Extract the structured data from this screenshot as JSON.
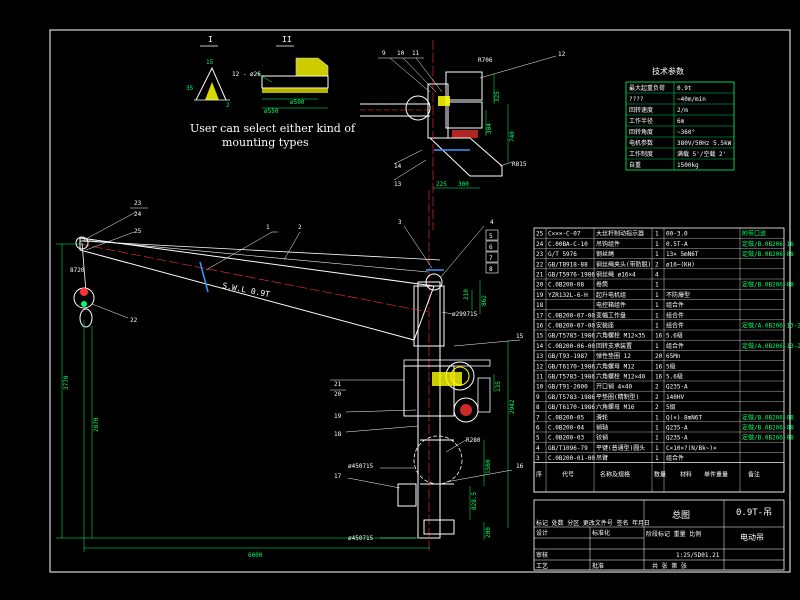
{
  "drawing": {
    "colors": {
      "background": "#000000",
      "frame": "#ffffff",
      "structure": "#ffffff",
      "dimension": "#00ff66",
      "centerline": "#ff3333",
      "accent": "#ffff00",
      "marker": "#3399ff"
    },
    "note": {
      "line1": "User can select either kind of",
      "line2": "mounting types"
    },
    "sections": {
      "left_mark": "I",
      "right_mark": "II",
      "dims": [
        "15",
        "2",
        "12 - ø26",
        "ø500",
        "ø550",
        "35"
      ]
    },
    "boom_label": "S.W.L  0.9T",
    "dimensions": {
      "overall_height": "3770",
      "mid_height": "2870",
      "outreach": "6000",
      "r706": "R706",
      "r815": "R815",
      "r280": "R280",
      "d325": "325",
      "d740": "740",
      "d304": "304",
      "d225": "225",
      "d300": "300",
      "d210": "210",
      "d862": "862",
      "d2942": "2942",
      "d1560": "1560",
      "d828": "828.5",
      "d200": "200",
      "d135": "135",
      "d8720": "8720",
      "f299": "ø299715",
      "f450a": "ø450715",
      "f450b": "ø450715"
    },
    "callouts": [
      "1",
      "2",
      "3",
      "4",
      "5",
      "6",
      "7",
      "8",
      "9",
      "10",
      "11",
      "12",
      "13",
      "14",
      "15",
      "16",
      "17",
      "18",
      "19",
      "20",
      "21",
      "22",
      "23",
      "24",
      "25"
    ],
    "tech_table": {
      "title": "技术参数",
      "rows": [
        [
          "最大起重负荷",
          "0.9t"
        ],
        [
          "????",
          "~40m/min"
        ],
        [
          "回转速度",
          "2/m"
        ],
        [
          "工作半径",
          "6m"
        ],
        [
          "回转角度",
          "~360°"
        ],
        [
          "电机参数",
          "380V/50Hz 5.5kW"
        ],
        [
          "工作制度",
          "满载 5'/空载 2'"
        ],
        [
          "自重",
          "1500kg"
        ]
      ]
    },
    "parts": [
      [
        "25",
        "C×××-C-07",
        "大丝杆制动指示器",
        "1",
        "00-3.0",
        "附带口送"
      ],
      [
        "24",
        "C.00BA-C-10",
        "吊钩组件",
        "1",
        "0.5T-A",
        "定做/B.0B206-16"
      ],
      [
        "23",
        "G/T 5976",
        "钢丝绳",
        "1",
        "13× 5mN6T",
        "定做/B.0B206-08"
      ],
      [
        "22",
        "GB/T8918-88",
        "钢丝绳夹头(带防脱)",
        "2",
        "ø16~(KH)",
        ""
      ],
      [
        "21",
        "GB/T5976-1986",
        "钢丝绳 ø16×4",
        "4",
        "",
        ""
      ],
      [
        "20",
        "C.0B200-08",
        "卷筒",
        "1",
        "",
        "定做/B.0B206-08"
      ],
      [
        "19",
        "YZR132L-6-H",
        "起升电机组",
        "1",
        "不防爆型",
        ""
      ],
      [
        "18",
        "",
        "电控箱组件",
        "1",
        "组合件",
        ""
      ],
      [
        "17",
        "C.0B200-07-00",
        "变幅工作盘",
        "1",
        "组合件",
        ""
      ],
      [
        "16",
        "C.0B200-07-00",
        "安装座",
        "1",
        "组合件",
        "定做/A.0B206-13-22"
      ],
      [
        "15",
        "GB/T5783-1986",
        "六角螺栓 M12×35",
        "16",
        "5.6级",
        ""
      ],
      [
        "14",
        "C.0B200-06-00",
        "回转支承装置",
        "1",
        "组合件",
        "定做/A.0B206-13-22"
      ],
      [
        "13",
        "GB/T93-1987",
        "弹性垫圈 12",
        "20",
        "65Mn",
        ""
      ],
      [
        "12",
        "GB/T6170-1986",
        "六角螺母 M12",
        "16",
        "5级",
        ""
      ],
      [
        "11",
        "GB/T5783-1986",
        "六角螺栓 M12×40",
        "16",
        "5.6级",
        ""
      ],
      [
        "10",
        "GB/T91-2000",
        "开口销 4×40",
        "2",
        "Q235-A",
        ""
      ],
      [
        "9",
        "GB/T5783-1986",
        "平垫圈(精制型)",
        "2",
        "140HV",
        ""
      ],
      [
        "8",
        "GB/T6170-1986",
        "六角螺母 M16",
        "2",
        "5级",
        ""
      ],
      [
        "7",
        "C.0B200-05",
        "滑轮",
        "1",
        "Q(×) 8mN6T",
        "定做/B.0B206-08"
      ],
      [
        "6",
        "C.0B200-04",
        "销轴",
        "1",
        "Q235-A",
        "定做/B.0B206-08"
      ],
      [
        "5",
        "C.0B200-03",
        "铰销",
        "1",
        "Q235-A",
        "定做/B.0B206-08"
      ],
      [
        "4",
        "GB/T1096-79",
        "平键(普通型)圆头",
        "1",
        "C×10×?(N/Bk~)×",
        ""
      ],
      [
        "3",
        "C.0B200-01-00",
        "吊臂",
        "1",
        "组合件",
        ""
      ]
    ],
    "parts_header": [
      "序",
      "代号",
      "名称及规格",
      "数量",
      "材料",
      "单件重量",
      "备注"
    ],
    "title_block": {
      "title": "总图",
      "code": "0.9T-吊",
      "subtitle": "电动吊",
      "drawing_no": "1:25/5D01.21",
      "scale_labels": "阶段标记  重量  比例",
      "sheet": "共  张  第  张",
      "left_rows": [
        "标记 处数 分区 更改文件号 签名 年月日",
        "设计",
        "审核",
        "工艺"
      ],
      "std": "标准化",
      "approve": "批准"
    }
  }
}
